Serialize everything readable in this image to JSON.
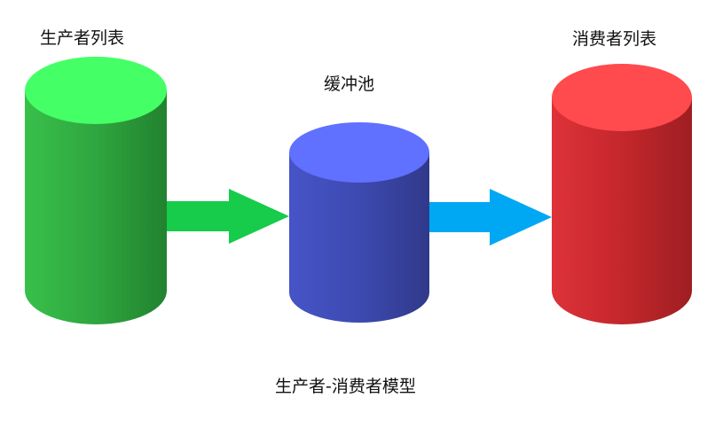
{
  "diagram": {
    "producer_label": "生产者列表",
    "buffer_label": "缓冲池",
    "consumer_label": "消费者列表",
    "caption": "生产者-消费者模型"
  },
  "colors": {
    "producer_top": "#44ff66",
    "producer_body": "#2ea83e",
    "buffer_top": "#6070ff",
    "buffer_body": "#3c4aa8",
    "consumer_top": "#ff4a4e",
    "consumer_body": "#c0282c",
    "arrow_producer_to_buffer": "#16cc4a",
    "arrow_buffer_to_consumer": "#00a8f4"
  }
}
